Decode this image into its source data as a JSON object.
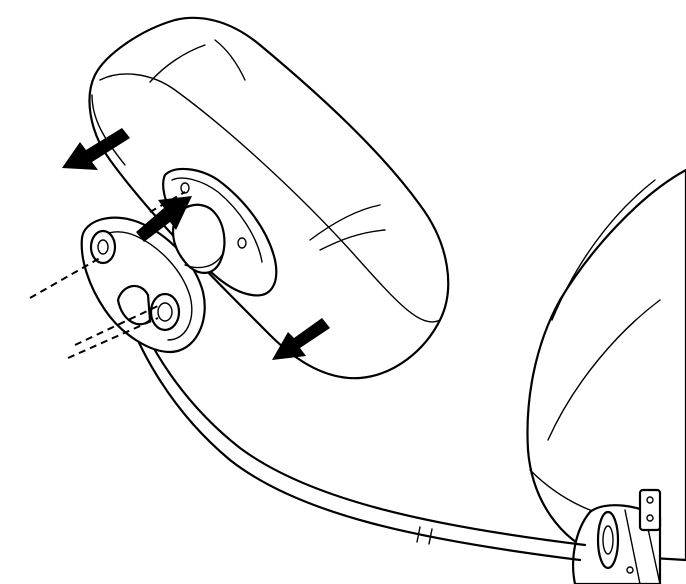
{
  "figure": {
    "kind": "line-drawing",
    "subject": "detaching-a-rounded-accessory-cover-from-a-ball-mount-on-a-cable-arm",
    "colors": {
      "stroke": "#000000",
      "fill": "#ffffff"
    },
    "arrows": [
      "pull-cover-left",
      "push-ball-into-socket",
      "pull-cover-down"
    ]
  }
}
